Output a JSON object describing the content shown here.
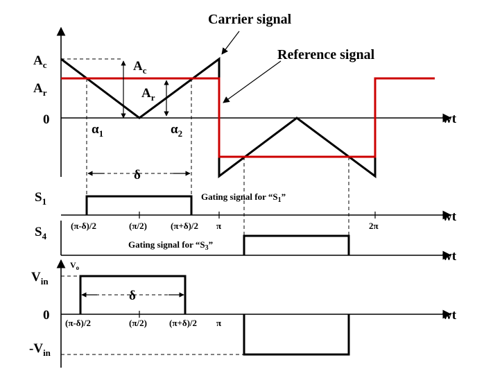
{
  "annotations": {
    "carrier": "Carrier signal",
    "reference": "Reference signal",
    "gating_s1": "Gating signal for “S",
    "gating_s1_sub": "1",
    "gating_s1_end": "”",
    "gating_s3": "Gating signal for “S",
    "gating_s3_sub": "3",
    "gating_s3_end": "”"
  },
  "panel1": {
    "ac_base": "A",
    "ac_sub": "c",
    "ar_base": "A",
    "ar_sub": "r",
    "zero": "0",
    "axis": "wt",
    "ac_mid_base": "A",
    "ac_mid_sub": "c",
    "ar_mid_base": "A",
    "ar_mid_sub": "r",
    "alpha1_base": "α",
    "alpha1_sub": "1",
    "alpha2_base": "α",
    "alpha2_sub": "2",
    "delta": "δ"
  },
  "panel2": {
    "s1_base": "S",
    "s1_sub": "1",
    "axis": "wt",
    "ticks": [
      "(π-δ)/2",
      "(π/2)",
      "(π+δ)/2",
      "π",
      "2π"
    ]
  },
  "panel3": {
    "s4_base": "S",
    "s4_sub": "4",
    "axis": "wt"
  },
  "panel4": {
    "vo_base": "V",
    "vo_sub": "o",
    "vin_base": "V",
    "vin_sub": "in",
    "zero": "0",
    "nvin_base": "-V",
    "nvin_sub": "in",
    "axis": "wt",
    "delta": "δ",
    "ticks": [
      "(π-δ)/2",
      "(π/2)",
      "(π+δ)/2",
      "π"
    ]
  },
  "colors": {
    "reference": "#cc0000",
    "carrier": "#000000"
  }
}
